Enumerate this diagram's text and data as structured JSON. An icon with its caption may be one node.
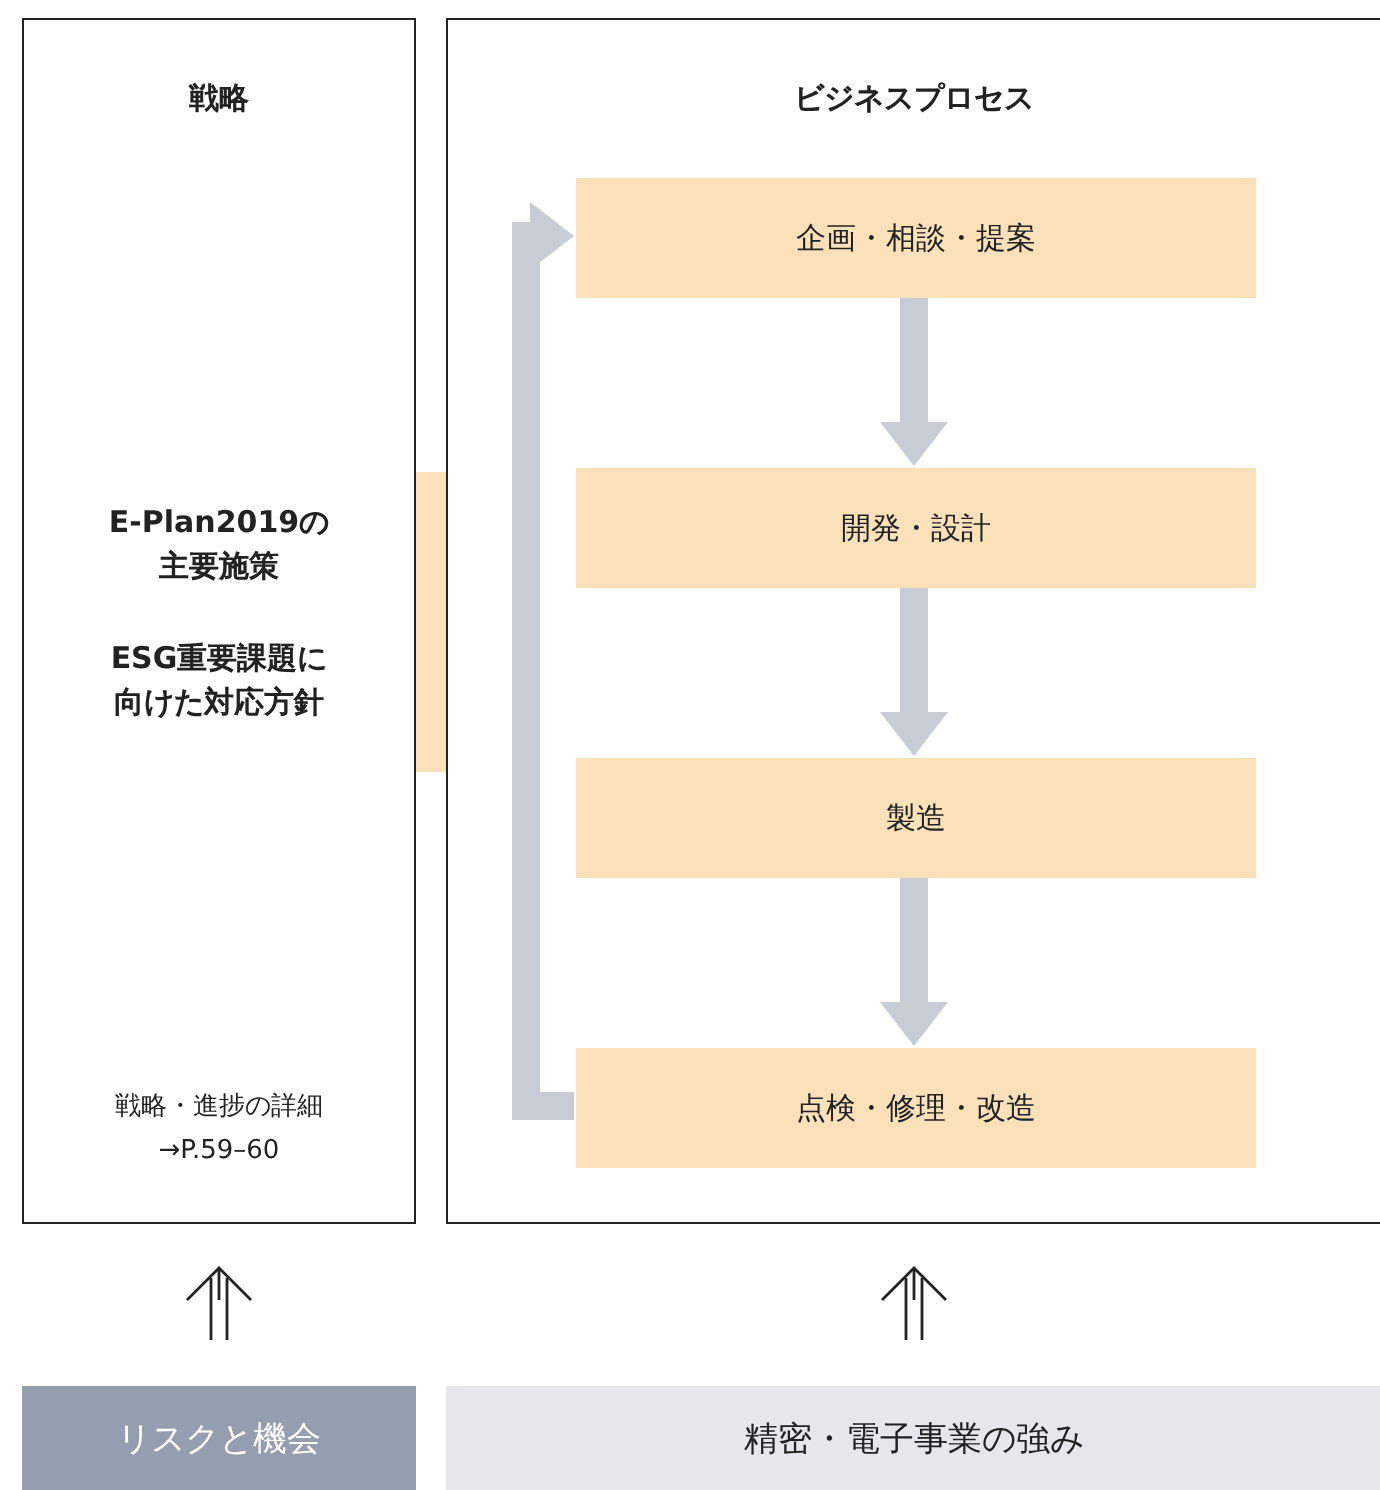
{
  "diagram": {
    "nodes": [
      {
        "text": [
          "戦略",
          "E-Plan2019の主要施策",
          "ESG重要課題に向けた対応方針",
          "戦略・進捗の詳細 →P.59–60"
        ]
      },
      {
        "text": [
          "ビジネスプロセス"
        ]
      },
      {
        "text": [
          "企画・相談・提案"
        ],
        "in": 1
      },
      {
        "text": [
          "開発・設計"
        ],
        "in": 1
      },
      {
        "text": [
          "製造"
        ],
        "in": 1
      },
      {
        "text": [
          "点検・修理・改造"
        ],
        "in": 1
      },
      {
        "text": [
          "リスクと機会"
        ]
      },
      {
        "text": [
          "精密・電子事業の強み"
        ]
      }
    ],
    "edges": [
      {
        "from": 0,
        "to": 1,
        "arrow": "none",
        "style": "thick",
        "color": "#fae1b9"
      },
      {
        "from": 2,
        "to": 3,
        "arrow": "to"
      },
      {
        "from": 3,
        "to": 4,
        "arrow": "to"
      },
      {
        "from": 4,
        "to": 5,
        "arrow": "to"
      },
      {
        "from": 5,
        "to": 2,
        "arrow": "to"
      },
      {
        "from": 6,
        "to": 0,
        "arrow": "to",
        "color": "#222222"
      },
      {
        "from": 7,
        "to": 1,
        "arrow": "to",
        "color": "#222222"
      }
    ]
  }
}
